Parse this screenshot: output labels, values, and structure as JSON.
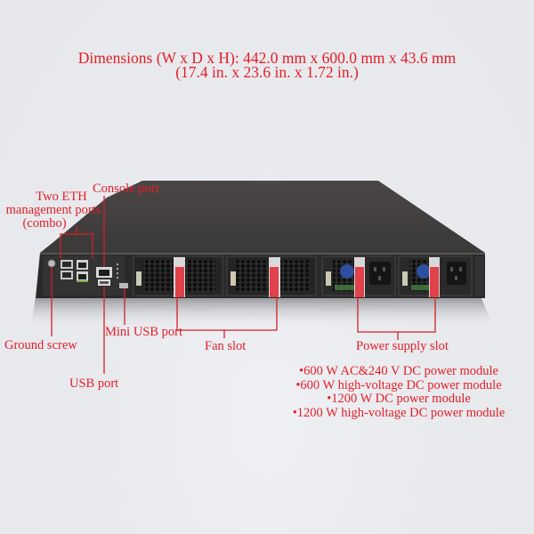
{
  "header": {
    "dimensions_mm": "Dimensions (W x D x H): 442.0 mm x 600.0 mm x 43.6 mm",
    "dimensions_in": "(17.4 in. x 23.6 in. x 1.72 in.)"
  },
  "callouts": {
    "eth_ports": [
      "Two ETH",
      "management ports",
      "(combo)"
    ],
    "console_port": "Console port",
    "ground_screw": "Ground screw",
    "mini_usb_port": "Mini USB port",
    "usb_port": "USB port",
    "fan_slot": "Fan slot",
    "power_supply_slot": "Power supply slot"
  },
  "power_modules": [
    "•600 W AC&240 V DC power module",
    "•600 W high-voltage DC power module",
    "•1200 W DC power module",
    "•1200 W high-voltage DC power module"
  ],
  "colors": {
    "accent": "#e41e26",
    "chassis": "#3a3a3a",
    "background": "#e8eaee",
    "handle": "#e0414a"
  }
}
